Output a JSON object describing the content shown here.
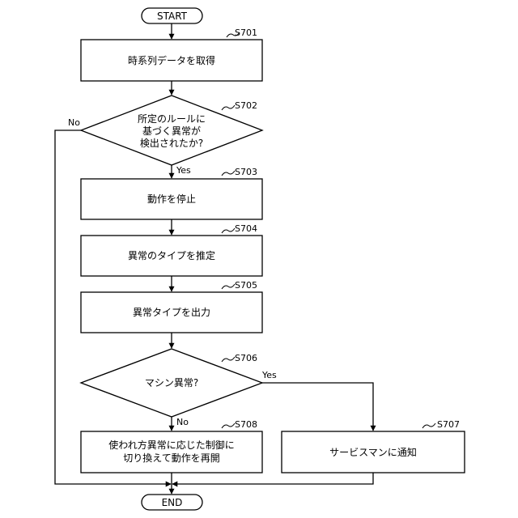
{
  "terminals": {
    "start": "START",
    "end": "END"
  },
  "steps": {
    "s701": {
      "id": "S701",
      "text": "時系列データを取得"
    },
    "s702": {
      "id": "S702",
      "lines": [
        "所定のルールに",
        "基づく異常が",
        "検出されたか?"
      ]
    },
    "s703": {
      "id": "S703",
      "text": "動作を停止"
    },
    "s704": {
      "id": "S704",
      "text": "異常のタイプを推定"
    },
    "s705": {
      "id": "S705",
      "text": "異常タイプを出力"
    },
    "s706": {
      "id": "S706",
      "text": "マシン異常?"
    },
    "s707": {
      "id": "S707",
      "text": "サービスマンに通知"
    },
    "s708": {
      "id": "S708",
      "lines": [
        "使われ方異常に応じた制御に",
        "切り換えて動作を再開"
      ]
    }
  },
  "edge_labels": {
    "s702_no": "No",
    "s702_yes": "Yes",
    "s706_yes": "Yes",
    "s706_no": "No"
  }
}
